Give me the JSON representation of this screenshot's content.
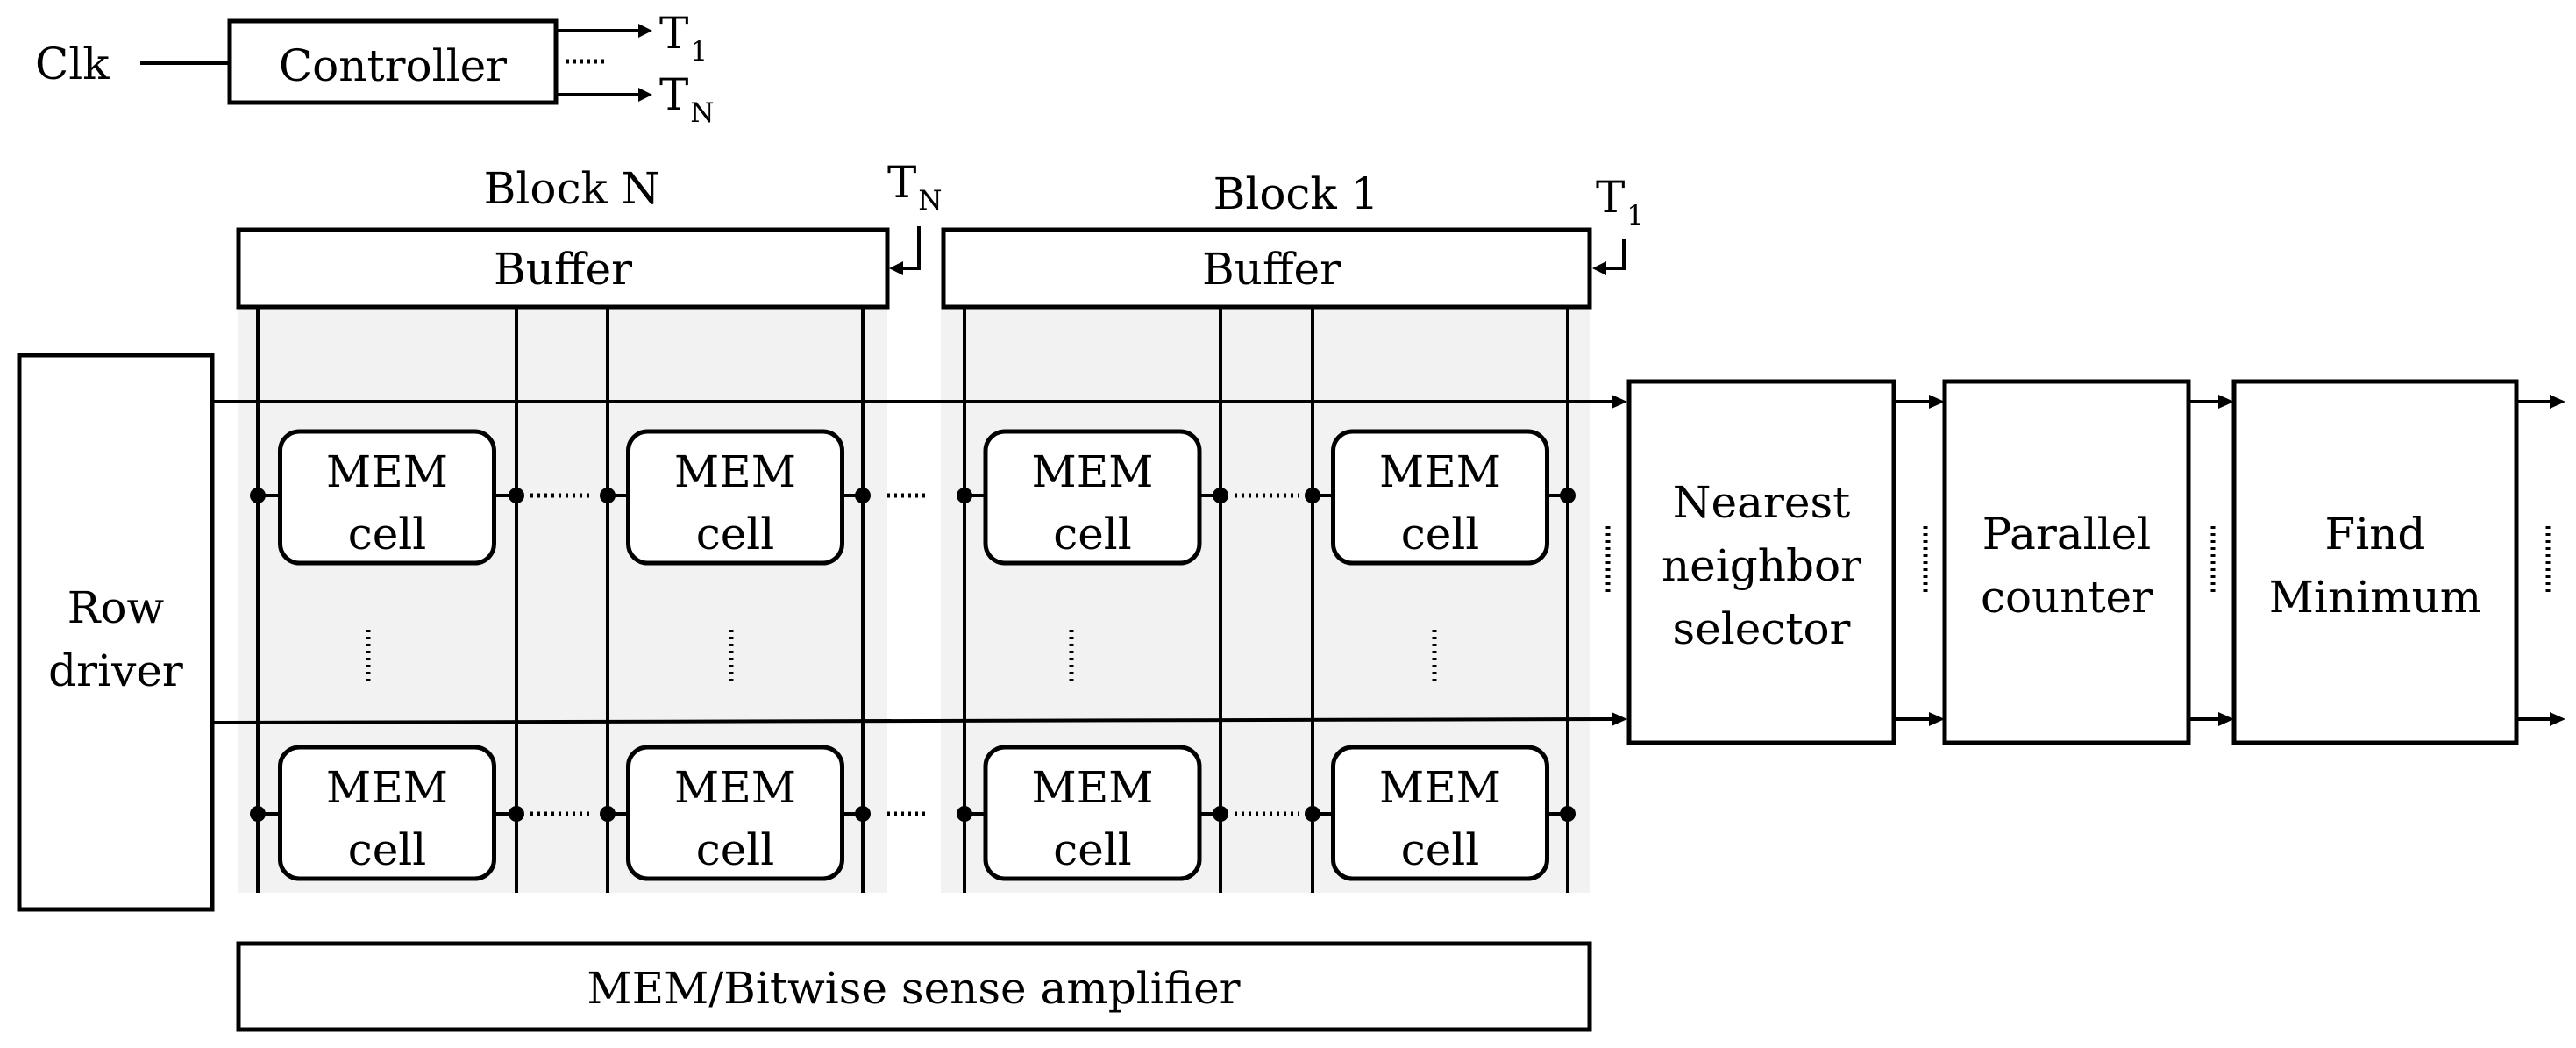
{
  "controller": {
    "input_label": "Clk",
    "label": "Controller",
    "out_1_main": "T",
    "out_1_sub": "1",
    "out_n_main": "T",
    "out_n_sub": "N"
  },
  "blocks": [
    {
      "title": "Block N",
      "buffer_label": "Buffer",
      "trigger_main": "T",
      "trigger_sub": "N"
    },
    {
      "title": "Block 1",
      "buffer_label": "Buffer",
      "trigger_main": "T",
      "trigger_sub": "1"
    }
  ],
  "memory_cell": {
    "line1": "MEM",
    "line2": "cell"
  },
  "row_driver": {
    "line1": "Row",
    "line2": "driver"
  },
  "sense_amplifier": {
    "label": "MEM/Bitwise sense amplifier"
  },
  "pipeline": [
    {
      "lines": [
        "Nearest",
        "neighbor",
        "selector"
      ]
    },
    {
      "lines": [
        "Parallel",
        "counter"
      ]
    },
    {
      "lines": [
        "Find",
        "Minimum"
      ]
    }
  ],
  "colors": {
    "stroke": "#000000",
    "panel": "#f2f2f2",
    "background": "#ffffff"
  }
}
